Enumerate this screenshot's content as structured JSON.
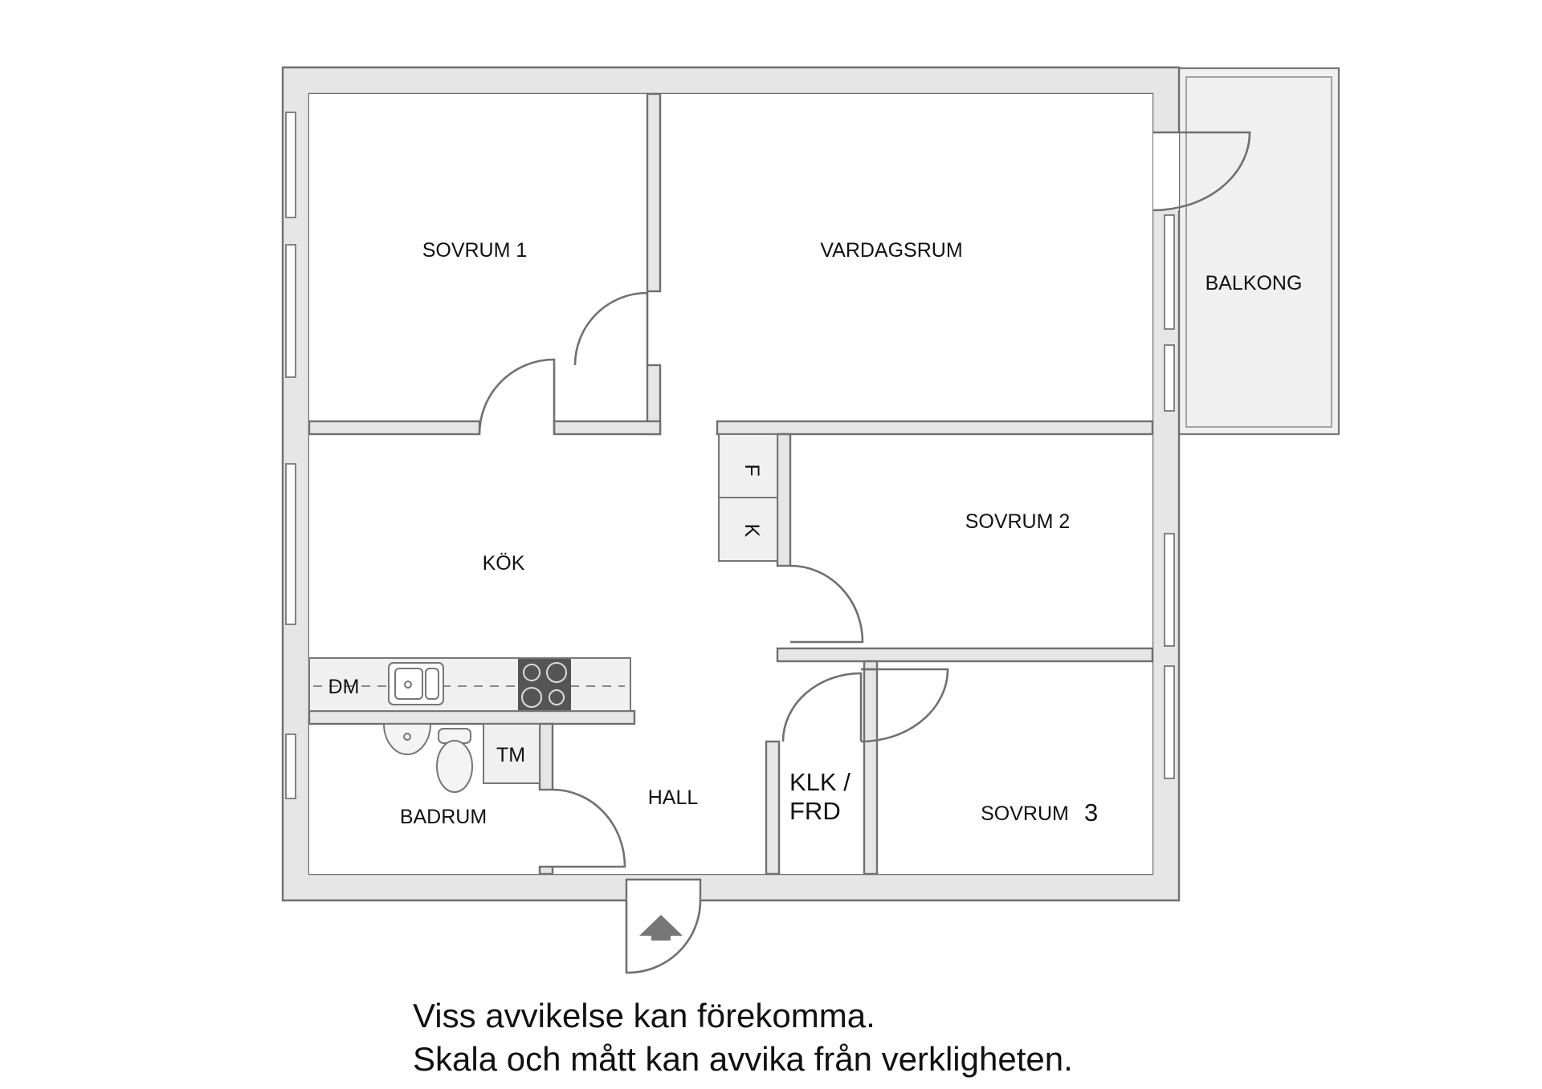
{
  "rooms": {
    "sovrum1": "SOVRUM 1",
    "vardagsrum": "VARDAGSRUM",
    "balkong": "BALKONG",
    "kok": "KÖK",
    "sovrum2": "SOVRUM 2",
    "badrum": "BADRUM",
    "hall": "HALL",
    "klk_line1": "KLK /",
    "klk_line2": "FRD",
    "sovrum3_word": "SOVRUM",
    "sovrum3_number": "3"
  },
  "fixtures": {
    "fridge": "F",
    "freezer": "K",
    "dishwasher": "DM",
    "washer": "TM"
  },
  "icons": {
    "entrance": "entrance-arrow-icon"
  },
  "colors": {
    "wall_fill": "#e6e6e6",
    "wall_stroke": "#6f6f6f",
    "balcony_fill": "#f0f0f0",
    "hob_fill": "#555555"
  },
  "disclaimer": {
    "line1": "Viss avvikelse kan förekomma.",
    "line2": "Skala och mått kan avvika från verkligheten."
  }
}
